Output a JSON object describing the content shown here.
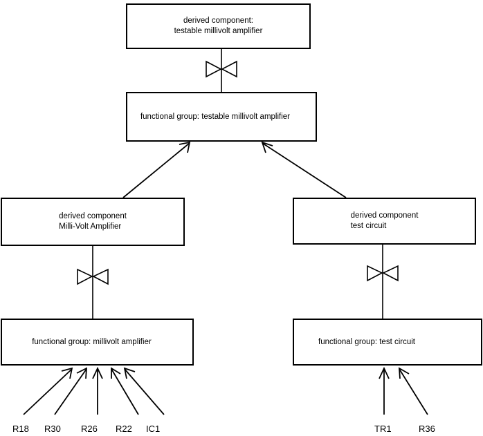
{
  "diagram": {
    "title_nodes": {
      "top_derived": {
        "line1": "derived component:",
        "line2": "testable millivolt amplifier"
      },
      "top_functional": {
        "line1": "functional group: testable millivolt amplifier"
      },
      "left_derived": {
        "line1": "derived component",
        "line2": "Milli-Volt Amplifier"
      },
      "right_derived": {
        "line1": "derived component",
        "line2": "test circuit"
      },
      "left_functional": {
        "line1": "functional group: millivolt amplifier"
      },
      "right_functional": {
        "line1": "functional group: test circuit"
      }
    },
    "leaf_labels": {
      "amplifier_parts": [
        "R18",
        "R30",
        "R26",
        "R22",
        "IC1"
      ],
      "test_circuit_parts": [
        "TR1",
        "R36"
      ]
    },
    "colors": {
      "stroke": "#000000",
      "fill": "#ffffff",
      "text": "#000000"
    }
  }
}
